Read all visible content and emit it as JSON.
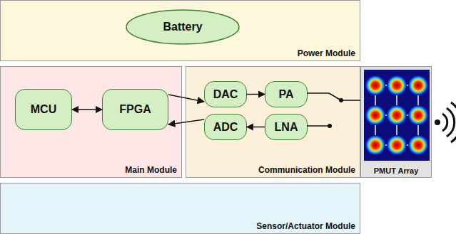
{
  "diagram": {
    "nodes": [
      {
        "text": [
          "Power Module"
        ]
      },
      {
        "text": [
          "Battery"
        ],
        "in": 0
      },
      {
        "text": [
          "Main Module"
        ]
      },
      {
        "text": [
          "MCU"
        ],
        "in": 2
      },
      {
        "text": [
          "FPGA"
        ],
        "in": 2
      },
      {
        "text": [
          "Communication Module"
        ]
      },
      {
        "text": [
          "DAC"
        ],
        "in": 5
      },
      {
        "text": [
          "PA"
        ],
        "in": 5
      },
      {
        "text": [
          "ADC"
        ],
        "in": 5
      },
      {
        "text": [
          "LNA"
        ],
        "in": 5
      },
      {
        "text": [
          "PMUT Array"
        ]
      },
      {
        "text": [
          "Sensor/Actuator Module"
        ]
      }
    ],
    "edges": [
      {
        "from": 3,
        "to": 4,
        "arrow": "both"
      },
      {
        "from": 4,
        "to": 6,
        "arrow": "to"
      },
      {
        "from": 6,
        "to": 7,
        "arrow": "to"
      },
      {
        "from": 9,
        "to": 8,
        "arrow": "to"
      },
      {
        "from": 8,
        "to": 4,
        "arrow": "to"
      }
    ]
  }
}
